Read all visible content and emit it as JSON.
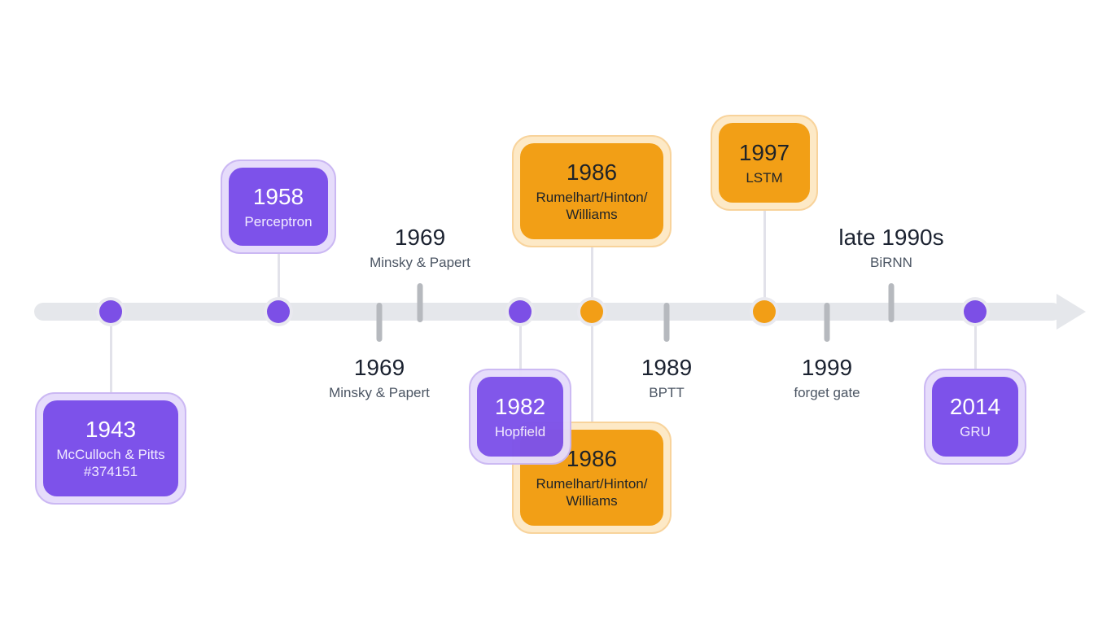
{
  "timeline": {
    "colors": {
      "purple": "#7c4fe6",
      "orange": "#f29e16",
      "axis": "#e5e7eb",
      "tick": "#b6b9be",
      "label_text": "#1b2230"
    },
    "events": [
      {
        "year": "1943",
        "label": "McCulloch & Pitts",
        "extra": "#374151",
        "style": "purple-card",
        "position": "below"
      },
      {
        "year": "1958",
        "label": "Perceptron",
        "style": "purple-card",
        "position": "above"
      },
      {
        "year": "1969",
        "label": "Minsky & Papert",
        "style": "tick-label",
        "position": "below"
      },
      {
        "year": "1969",
        "label": "Minsky & Papert",
        "style": "tick-label",
        "position": "above"
      },
      {
        "year": "1982",
        "label": "Hopfield",
        "style": "purple-card",
        "position": "below"
      },
      {
        "year": "1986",
        "label_line1": "Rumelhart/Hinton/",
        "label_line2": "Williams",
        "style": "orange-card",
        "position": "above"
      },
      {
        "year": "1986",
        "label_line1": "Rumelhart/Hinton/",
        "label_line2": "Williams",
        "style": "orange-card",
        "position": "below"
      },
      {
        "year": "1989",
        "label": "BPTT",
        "style": "tick-label",
        "position": "below"
      },
      {
        "year": "1997",
        "label": "LSTM",
        "style": "orange-card",
        "position": "above"
      },
      {
        "year": "1999",
        "label": "forget gate",
        "style": "tick-label",
        "position": "below"
      },
      {
        "year": "late 1990s",
        "label": "BiRNN",
        "style": "tick-label",
        "position": "above"
      },
      {
        "year": "2014",
        "label": "GRU",
        "style": "purple-card",
        "position": "below"
      }
    ]
  }
}
